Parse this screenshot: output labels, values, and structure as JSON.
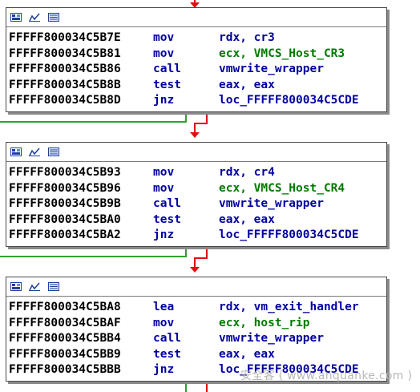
{
  "colors": {
    "false_edge": "#e01010",
    "true_edge": "#30a030",
    "address": "#000000",
    "mnemonic": "#0000a0",
    "named_constant": "#007a00"
  },
  "icons": [
    "color-palette-icon",
    "graph-icon",
    "listing-icon"
  ],
  "blocks": [
    {
      "lines": [
        {
          "addr": "FFFFF800034C5B7E",
          "mnem": "mov",
          "ops": "rdx, cr3"
        },
        {
          "addr": "FFFFF800034C5B81",
          "mnem": "mov",
          "ops": "ecx, VMCS_Host_CR3"
        },
        {
          "addr": "FFFFF800034C5B86",
          "mnem": "call",
          "ops": "vmwrite_wrapper"
        },
        {
          "addr": "FFFFF800034C5B8B",
          "mnem": "test",
          "ops": "eax, eax"
        },
        {
          "addr": "FFFFF800034C5B8D",
          "mnem": "jnz",
          "ops": "loc_FFFFF800034C5CDE"
        }
      ]
    },
    {
      "lines": [
        {
          "addr": "FFFFF800034C5B93",
          "mnem": "mov",
          "ops": "rdx, cr4"
        },
        {
          "addr": "FFFFF800034C5B96",
          "mnem": "mov",
          "ops": "ecx, VMCS_Host_CR4"
        },
        {
          "addr": "FFFFF800034C5B9B",
          "mnem": "call",
          "ops": "vmwrite_wrapper"
        },
        {
          "addr": "FFFFF800034C5BA0",
          "mnem": "test",
          "ops": "eax, eax"
        },
        {
          "addr": "FFFFF800034C5BA2",
          "mnem": "jnz",
          "ops": "loc_FFFFF800034C5CDE"
        }
      ]
    },
    {
      "lines": [
        {
          "addr": "FFFFF800034C5BA8",
          "mnem": "lea",
          "ops": "rdx, vm_exit_handler"
        },
        {
          "addr": "FFFFF800034C5BAF",
          "mnem": "mov",
          "ops": "ecx, host_rip"
        },
        {
          "addr": "FFFFF800034C5BB4",
          "mnem": "call",
          "ops": "vmwrite_wrapper"
        },
        {
          "addr": "FFFFF800034C5BB9",
          "mnem": "test",
          "ops": "eax, eax"
        },
        {
          "addr": "FFFFF800034C5BBB",
          "mnem": "jnz",
          "ops": "loc_FFFFF800034C5CDE"
        }
      ]
    }
  ],
  "watermark": "安全客 ( www.anquanke.com )"
}
